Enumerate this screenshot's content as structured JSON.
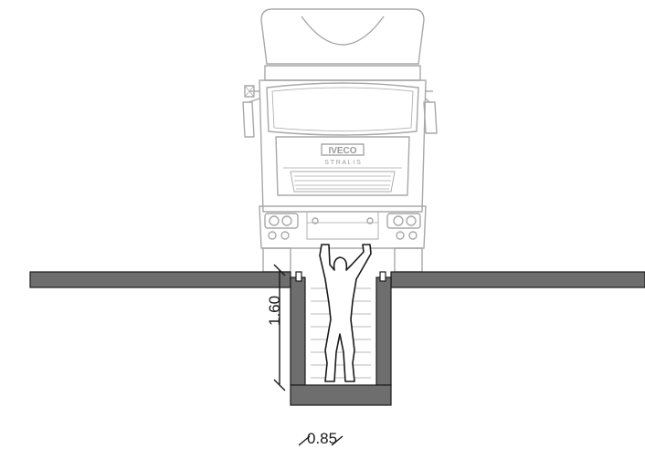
{
  "truck": {
    "brand": "IVECO",
    "model": "S T R A L I S"
  },
  "dimensions": {
    "depth": "1.60",
    "width": "0.85"
  },
  "colors": {
    "ground": "#6e6e6e",
    "pit_wall": "#6e6e6e",
    "truck_line": "#a8a8a8",
    "ink": "#1a1a1a"
  }
}
